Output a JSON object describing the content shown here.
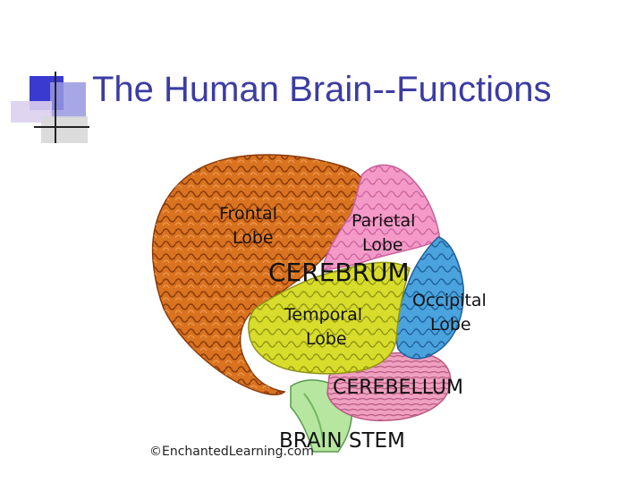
{
  "slide": {
    "title": "The Human Brain--Functions"
  },
  "diagram": {
    "labels": {
      "frontal_line1": "Frontal",
      "frontal_line2": "Lobe",
      "parietal_line1": "Parietal",
      "parietal_line2": "Lobe",
      "cerebrum": "CEREBRUM",
      "occipital_line1": "Occipital",
      "occipital_line2": "Lobe",
      "temporal_line1": "Temporal",
      "temporal_line2": "Lobe",
      "cerebellum": "CEREBELLUM",
      "brain_stem": "BRAIN STEM"
    },
    "copyright": "©EnchantedLearning.com",
    "colors": {
      "frontal": "#d9731f",
      "parietal": "#f59ac8",
      "occipital": "#4aa3dd",
      "temporal": "#d8dc2a",
      "cerebellum": "#f0a0c0",
      "brain_stem": "#b6e6a0",
      "title": "#3c3ca3"
    }
  }
}
